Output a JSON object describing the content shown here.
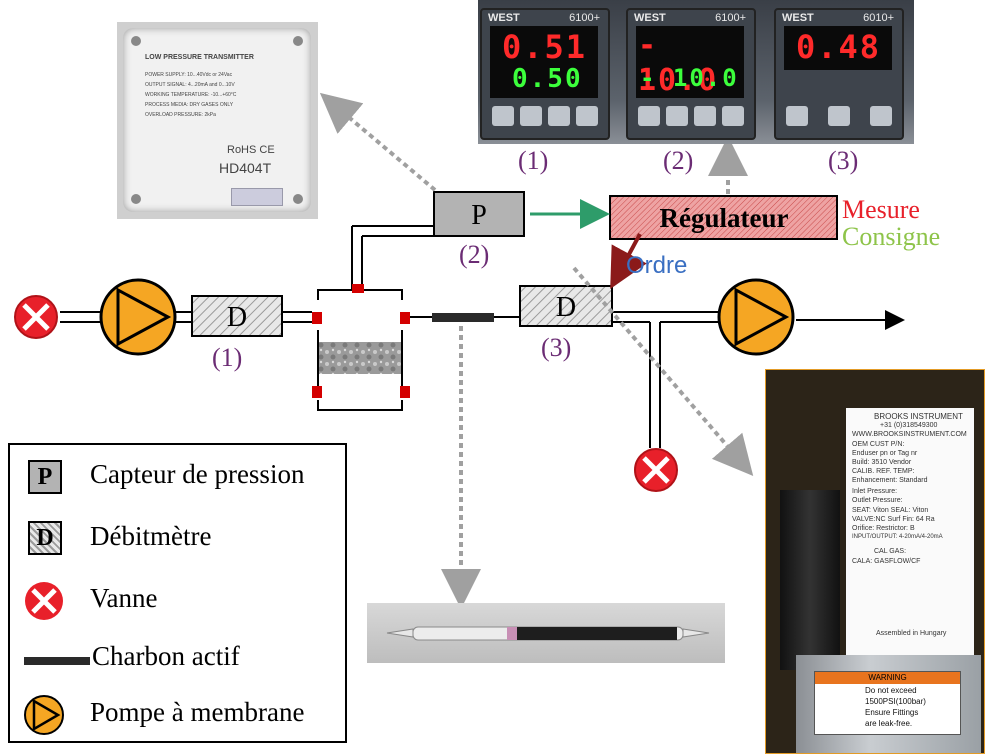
{
  "diagram": {
    "components": {
      "pressure_sensor": {
        "symbol": "P",
        "label": "(2)"
      },
      "regulator": {
        "label": "Régulateur"
      },
      "flowmeter_1": {
        "symbol": "D",
        "label": "(1)"
      },
      "flowmeter_3": {
        "symbol": "D",
        "label": "(3)"
      }
    },
    "signals": {
      "measure": "Mesure",
      "setpoint": "Consigne",
      "order": "Ordre"
    },
    "colors": {
      "purple_labels": "#6b2c74",
      "pump_orange": "#f5a623",
      "valve_red": "#e8202a",
      "green_arrow": "#2e9c6a",
      "order_arrow": "#8b1a1a",
      "regulator_fill": "#e79a9a",
      "measure_color": "#e8202a",
      "setpoint_color": "#8ec44a",
      "order_color": "#3a6fc2"
    }
  },
  "photos": {
    "controllers": {
      "labels": [
        "(1)",
        "(2)",
        "(3)"
      ],
      "units": [
        {
          "brand": "WEST",
          "model": "6100+",
          "pv": "0.51",
          "sp": "0.50"
        },
        {
          "brand": "WEST",
          "model": "6100+",
          "pv": "- 10.0",
          "sp": "- 10.0"
        },
        {
          "brand": "WEST",
          "model": "6010+",
          "pv": "0.48",
          "sp": ""
        }
      ]
    },
    "transmitter": {
      "title": "LOW PRESSURE TRANSMITTER",
      "lines": [
        "POWER SUPPLY: 10...40Vdc or 24Vac",
        "OUTPUT SIGNAL: 4...20mA and 0...10V",
        "WORKING TEMPERATURE: -10...+60°C",
        "PROCESS MEDIA: DRY GASES ONLY",
        "OVERLOAD PRESSURE: 2kPa"
      ],
      "rohs": "RoHS CE",
      "model": "HD404T"
    },
    "brooks": {
      "label_lines": [
        "BROOKS INSTRUMENT",
        "+31 (0)318549300",
        "WWW.BROOKSINSTRUMENT.COM",
        "OEM CUST P/N:",
        "Enduser pn or Tag nr",
        "Build: 3510  Vendor",
        "CALIB. REF. TEMP:",
        "Enhancement: Standard",
        "Inlet Pressure:",
        "Outlet Pressure:",
        "SEAT: Viton  SEAL: Viton",
        "VALVE:NC  Surf Fin: 64 Ra",
        "Orifice:  Restrictor: B",
        "INPUT/OUTPUT: 4-20mA/4-20mA",
        "CAL GAS:",
        "CALA: GASFLOW/CF",
        "Assembled in Hungary"
      ],
      "warning_title": "WARNING",
      "warning_lines": [
        "Do not exceed",
        "1500PSI(100bar)",
        "Ensure Fittings",
        "are leak-free."
      ]
    }
  },
  "legend": {
    "items": [
      {
        "symbol": "P",
        "text": "Capteur de pression"
      },
      {
        "symbol": "D",
        "text": "Débitmètre"
      },
      {
        "symbol": "valve",
        "text": "Vanne"
      },
      {
        "symbol": "charcoal",
        "text": "Charbon actif"
      },
      {
        "symbol": "pump",
        "text": "Pompe à membrane"
      }
    ]
  }
}
